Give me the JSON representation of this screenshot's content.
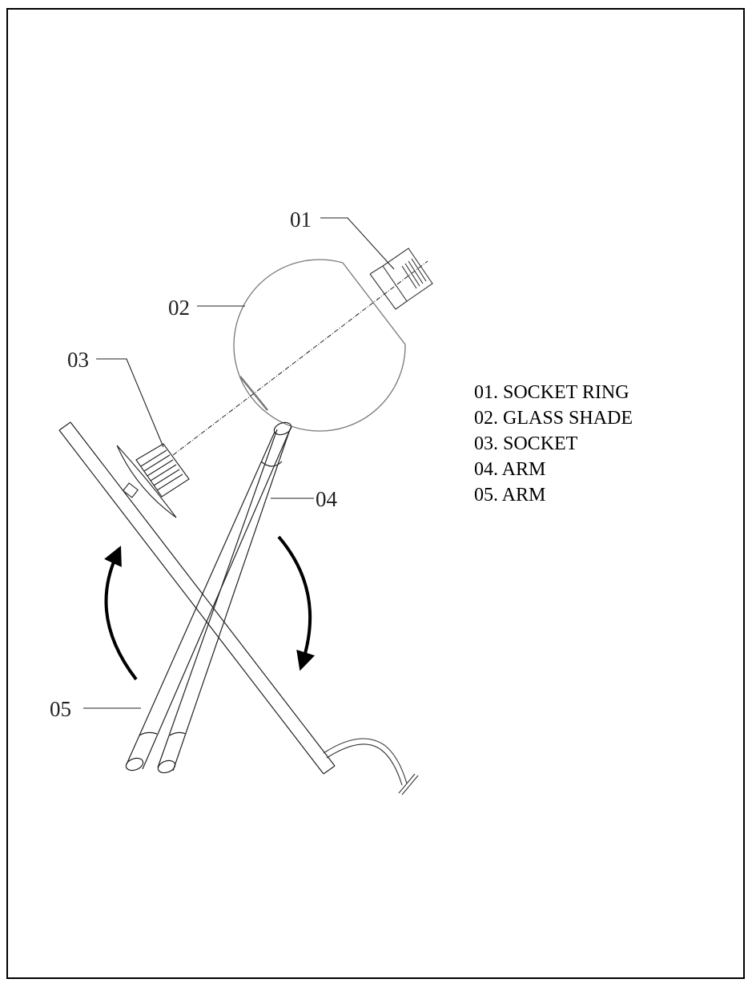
{
  "callouts": [
    "01",
    "02",
    "03",
    "04",
    "05"
  ],
  "legend": [
    "01. SOCKET RING",
    "02. GLASS SHADE",
    "03. SOCKET",
    "04. ARM",
    "05. ARM"
  ]
}
